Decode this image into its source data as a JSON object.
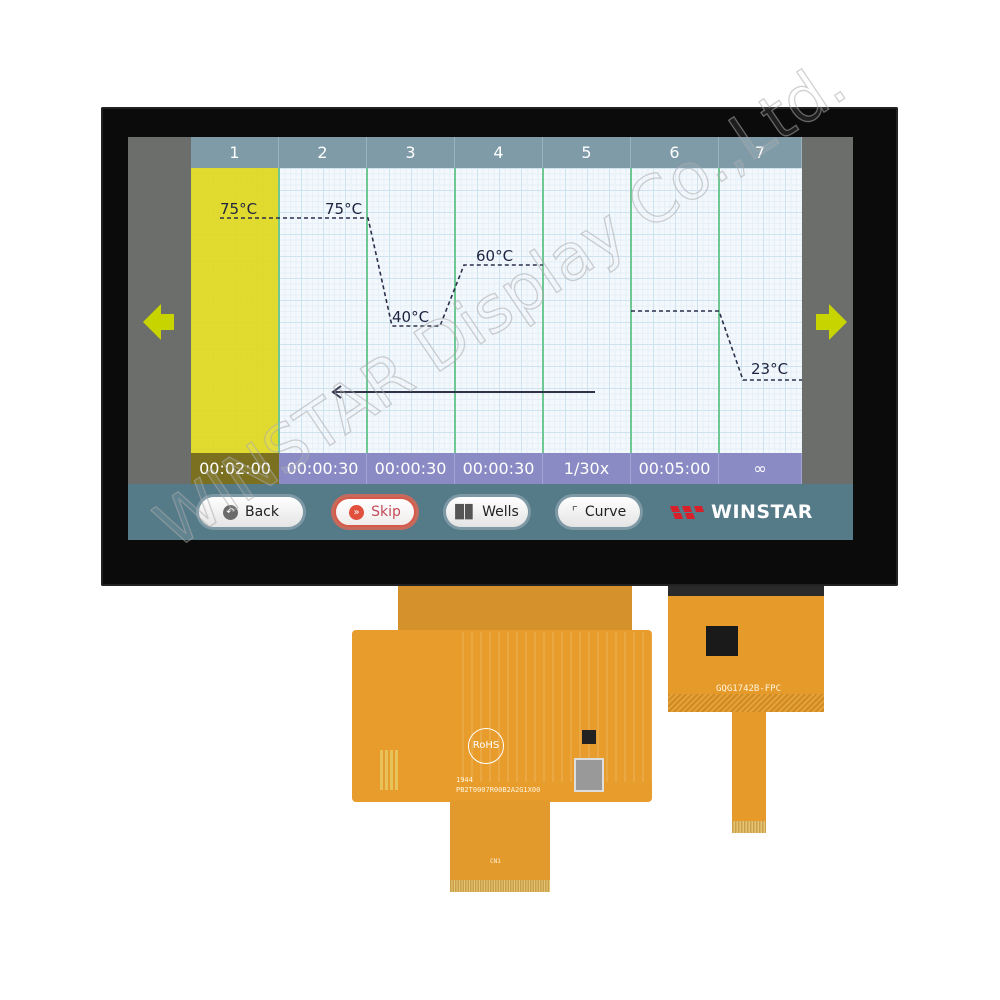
{
  "screen": {
    "steps": [
      {
        "number": "1",
        "time": "00:02:00"
      },
      {
        "number": "2",
        "time": "00:00:30"
      },
      {
        "number": "3",
        "time": "00:00:30"
      },
      {
        "number": "4",
        "time": "00:00:30"
      },
      {
        "number": "5",
        "time": "1/30x"
      },
      {
        "number": "6",
        "time": "00:05:00"
      },
      {
        "number": "7",
        "time": "∞"
      }
    ],
    "temperature_labels": [
      "75°C",
      "75°C",
      "40°C",
      "60°C",
      "23°C"
    ],
    "active_step": 1,
    "nav": {
      "left_icon": "arrow-left-icon",
      "right_icon": "arrow-right-icon",
      "arrow_color": "#c8d400"
    },
    "buttons": {
      "back": "Back",
      "skip": "Skip",
      "wells": "Wells",
      "curve": "Curve"
    },
    "brand": "WINSTAR",
    "colors": {
      "active_step": "#e0d827",
      "time_bar": "#8a8bc4",
      "header": "#7f9ba8",
      "toolbar": "#557a88",
      "skip_accent": "#d65a4a"
    }
  },
  "watermark": "WINSTAR Display Co.,Ltd.",
  "hardware": {
    "rohs": "RoHS",
    "date_code": "1944",
    "lcd_fpc_part": "PB2T0007R00B2A2G1X00",
    "touch_fpc_part": "GQG1742B-FPC",
    "connector": "CN1"
  }
}
